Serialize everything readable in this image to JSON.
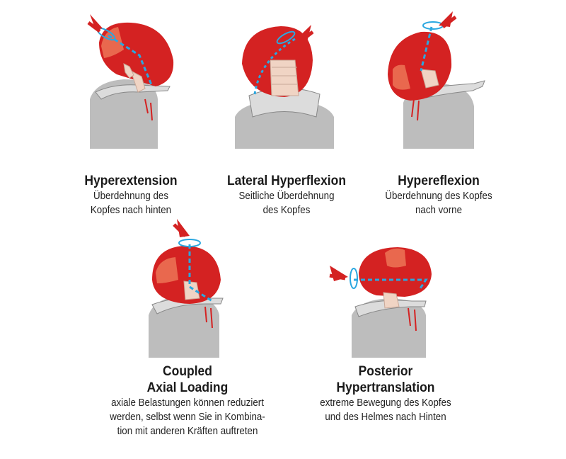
{
  "colors": {
    "helmet": "#d42222",
    "helmet_dark": "#a51515",
    "visor": "#e9684e",
    "body": "#bdbdbd",
    "spine": "#f0d4c4",
    "arrow": "#d42222",
    "axis": "#2aa7e0",
    "brace": "#dcdcdc"
  },
  "panels": [
    {
      "id": "hyperextension",
      "icon": "helmet-hyperextension-icon",
      "title": "Hyperextension",
      "desc": [
        "Überdehnung des",
        "Kopfes nach hinten"
      ]
    },
    {
      "id": "lateral-hyperflexion",
      "icon": "helmet-lateral-hyperflexion-icon",
      "title": "Lateral Hyperflexion",
      "desc": [
        "Seitliche Überdehnung",
        "des Kopfes"
      ]
    },
    {
      "id": "hypereflexion",
      "icon": "helmet-hypereflexion-icon",
      "title": "Hypereflexion",
      "desc": [
        "Überdehnung des Kopfes",
        "nach vorne"
      ]
    },
    {
      "id": "coupled-axial-loading",
      "icon": "helmet-axial-loading-icon",
      "title": [
        "Coupled",
        "Axial Loading"
      ],
      "desc": [
        "axiale Belastungen können reduziert",
        "werden, selbst wenn Sie in Kombina-",
        "tion mit anderen Kräften auftreten"
      ]
    },
    {
      "id": "posterior-hypertranslation",
      "icon": "helmet-posterior-hypertranslation-icon",
      "title": [
        "Posterior",
        "Hypertranslation"
      ],
      "desc": [
        "extreme Bewegung des Kopfes",
        "und des Helmes nach Hinten"
      ]
    }
  ]
}
